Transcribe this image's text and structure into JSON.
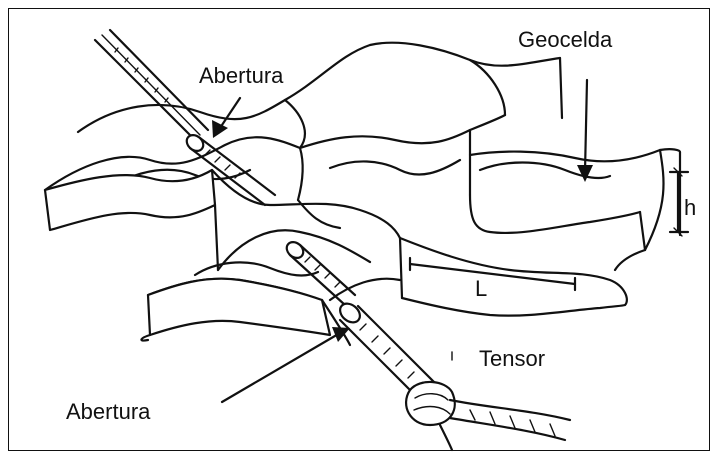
{
  "labels": {
    "geocelda": "Geocelda",
    "abertura_top": "Abertura",
    "h": "h",
    "l": "L",
    "tensor": "Tensor",
    "abertura_bottom": "Abertura"
  },
  "colors": {
    "ink": "#111111",
    "background": "#ffffff"
  }
}
